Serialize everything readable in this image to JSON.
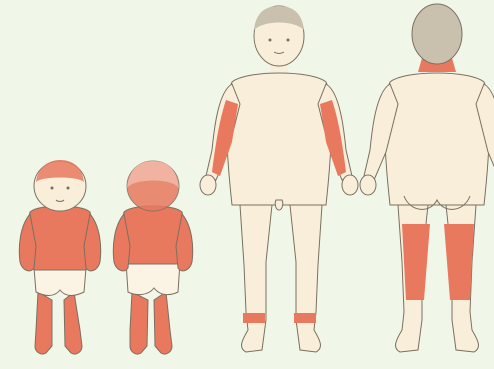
{
  "colors": {
    "background": "#f1f7e8",
    "skin": "#f8eed9",
    "outline": "#7a7060",
    "rash": "#e8795f",
    "rash_light": "#f1b29f",
    "hair": "#c9c1ad"
  },
  "figures": [
    {
      "id": "infant-front",
      "view": "front",
      "subject": "infant",
      "affected_areas": [
        "scalp",
        "trunk",
        "arms",
        "legs"
      ]
    },
    {
      "id": "infant-back",
      "view": "back",
      "subject": "infant",
      "affected_areas": [
        "scalp",
        "back",
        "arms",
        "legs"
      ]
    },
    {
      "id": "child-front",
      "view": "front",
      "subject": "child",
      "affected_areas": [
        "forearms",
        "wrists",
        "ankles"
      ]
    },
    {
      "id": "child-back",
      "view": "back",
      "subject": "child",
      "affected_areas": [
        "nape-of-neck",
        "backs-of-knees",
        "calves"
      ]
    }
  ]
}
